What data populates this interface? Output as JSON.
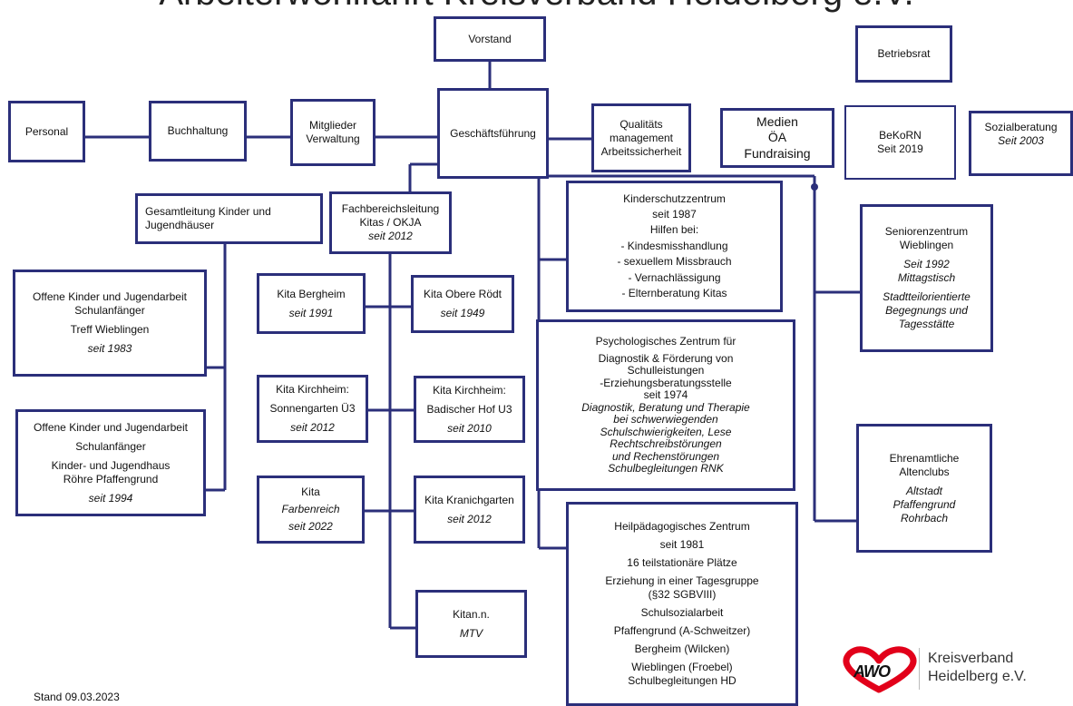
{
  "title": "Arbeiterwohlfahrt Kreisverband Heidelberg e.V.",
  "boxes": {
    "vorstand": {
      "l1": "Vorstand"
    },
    "betriebsrat": {
      "l1": "Betriebsrat"
    },
    "personal": {
      "l1": "Personal"
    },
    "buchhaltung": {
      "l1": "Buchhaltung"
    },
    "mitglieder": {
      "l1": "Mitglieder",
      "l2": "Verwaltung"
    },
    "geschaeftsfuehrung": {
      "l1": "Geschäftsführung"
    },
    "qualitaet": {
      "l1": "Qualitäts",
      "l2": "management",
      "l3": "Arbeitssicherheit"
    },
    "medien": {
      "l1": "Medien",
      "l2": "ÖA",
      "l3": "Fundraising"
    },
    "bekorn": {
      "l1": "BeKoRN",
      "l2": "Seit 2019"
    },
    "sozialberatung": {
      "l1": "Sozialberatung",
      "l2": "Seit 2003"
    },
    "gesamtleitung": {
      "l1": "Gesamtleitung Kinder und",
      "l2": "Jugendhäuser"
    },
    "fachbereich": {
      "l1": "Fachbereichsleitung",
      "l2": "Kitas / OKJA",
      "l3": "seit 2012"
    },
    "offene1": {
      "l1": "Offene Kinder und Jugendarbeit",
      "l2": "Schulanfänger",
      "l3": "Treff Wieblingen",
      "l4": "seit 1983"
    },
    "offene2": {
      "l1": "Offene Kinder und Jugendarbeit",
      "l2": "Schulanfänger",
      "l3": "Kinder- und Jugendhaus",
      "l4": "Röhre Pfaffengrund",
      "l5": "seit 1994"
    },
    "kita_bergheim": {
      "l1": "Kita Bergheim",
      "l2": "seit 1991"
    },
    "kita_obere": {
      "l1": "Kita Obere Rödt",
      "l2": "seit 1949"
    },
    "kita_kirch1": {
      "l1": "Kita Kirchheim:",
      "l2": "Sonnengarten Ü3",
      "l3": "seit 2012"
    },
    "kita_kirch2": {
      "l1": "Kita Kirchheim:",
      "l2": "Badischer Hof U3",
      "l3": "seit 2010"
    },
    "kita_farben": {
      "l1": "Kita",
      "l2": "Farbenreich",
      "l3": "seit 2022"
    },
    "kita_kranich": {
      "l1": "Kita Kranichgarten",
      "l2": "seit 2012"
    },
    "kita_nn": {
      "l1": "Kitan.n.",
      "l2": "MTV"
    },
    "kinderschutz": {
      "l1": "Kinderschutzzentrum",
      "l2": "seit 1987",
      "l3": "Hilfen bei:",
      "l4": "- Kindesmisshandlung",
      "l5": "- sexuellem Missbrauch",
      "l6": "- Vernachlässigung",
      "l7": "- Elternberatung Kitas"
    },
    "psycho": {
      "l1": "Psychologisches Zentrum für",
      "l2": "Diagnostik & Förderung von",
      "l3": "Schulleistungen",
      "l4": "-Erziehungsberatungsstelle",
      "l5": "seit 1974",
      "l6": "Diagnostik, Beratung und Therapie",
      "l7": "bei schwerwiegenden",
      "l8": "Schulschwierigkeiten, Lese",
      "l9": "Rechtschreibstörungen",
      "l10": "und Rechenstörungen",
      "l11": "Schulbegleitungen RNK"
    },
    "heilpaed": {
      "l1": "Heilpädagogisches Zentrum",
      "l2": "seit 1981",
      "l3": "16 teilstationäre Plätze",
      "l4": "Erziehung in einer Tagesgruppe",
      "l5": "(§32 SGBVIII)",
      "l6": "Schulsozialarbeit",
      "l7": "Pfaffengrund (A-Schweitzer)",
      "l8": "Bergheim (Wilcken)",
      "l9": "Wieblingen (Froebel)",
      "l10": "Schulbegleitungen HD"
    },
    "senioren": {
      "l1": "Seniorenzentrum",
      "l2": "Wieblingen",
      "l3": "Seit 1992",
      "l4": "Mittagstisch",
      "l5": "Stadtteilorientierte",
      "l6": "Begegnungs und",
      "l7": "Tagesstätte"
    },
    "ehrenamt": {
      "l1": "Ehrenamtliche",
      "l2": "Altenclubs",
      "l3": "Altstadt",
      "l4": "Pfaffengrund",
      "l5": "Rohrbach"
    }
  },
  "stand": "Stand 09.03.2023",
  "logo": {
    "mark": "AWO",
    "line1": "Kreisverband",
    "line2": "Heidelberg e.V."
  }
}
